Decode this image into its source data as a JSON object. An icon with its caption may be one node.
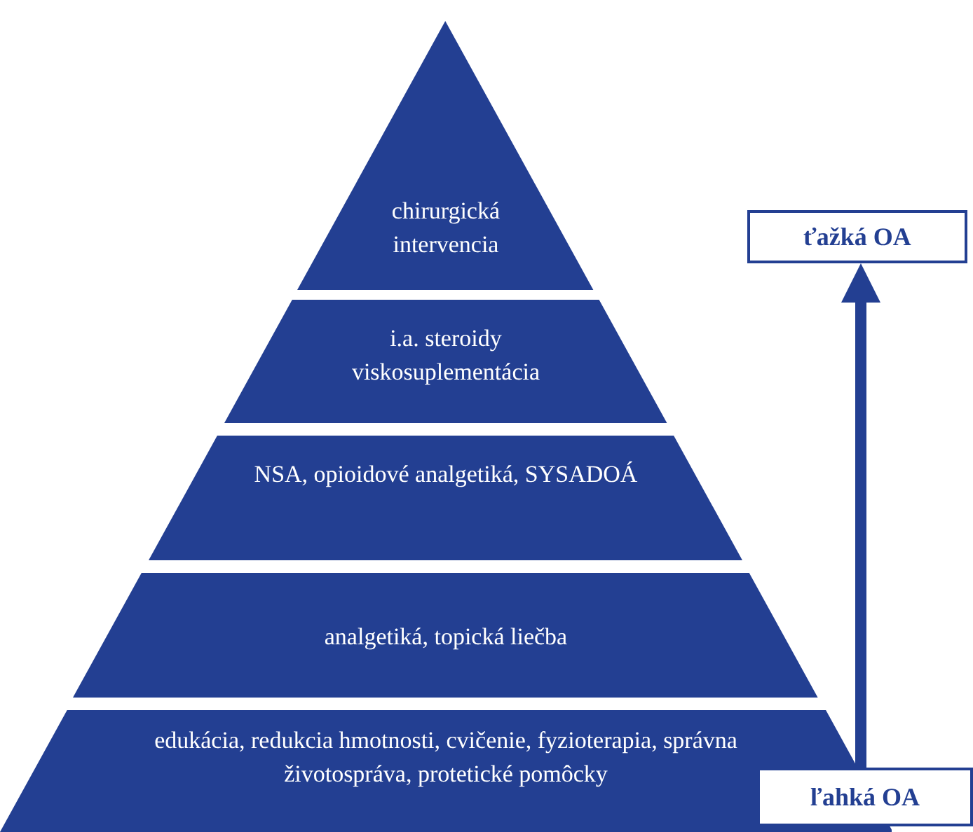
{
  "diagram": {
    "nodes": [
      {
        "text": [
          "chirurgická intervencia"
        ]
      },
      {
        "text": [
          "i.a. steroidy viskosuplementácia"
        ]
      },
      {
        "text": [
          "NSA, opioidové analgetiká, SYSADOÁ"
        ]
      },
      {
        "text": [
          "analgetiká, topická liečba"
        ]
      },
      {
        "text": [
          "edukácia, redukcia hmotnosti, cvičenie, fyzioterapia, správna životospráva, protetické pomôcky"
        ]
      },
      {
        "text": [
          "ťažká OA"
        ]
      },
      {
        "text": [
          "ľahká OA"
        ]
      }
    ],
    "edges": [
      {
        "from": 6,
        "to": 5,
        "arrow": "to"
      }
    ]
  }
}
